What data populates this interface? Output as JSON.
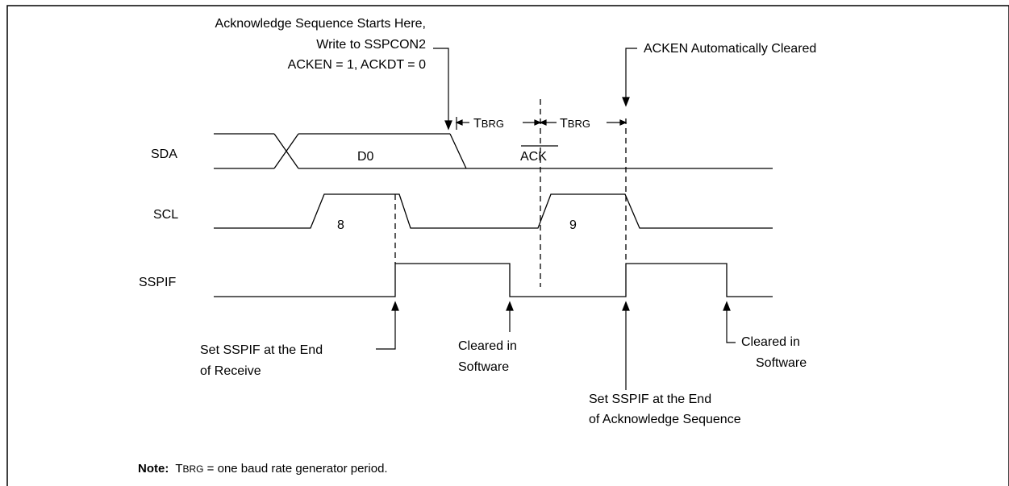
{
  "signals": {
    "sda": "SDA",
    "scl": "SCL",
    "sspif": "SSPIF"
  },
  "annotations": {
    "ack_start_line1": "Acknowledge Sequence Starts Here,",
    "ack_start_line2": "Write to SSPCON2",
    "ack_start_line3": "ACKEN = 1, ACKDT = 0",
    "acken_cleared": "ACKEN Automatically Cleared",
    "set_sspif_receive_line1": "Set SSPIF at the End",
    "set_sspif_receive_line2": "of Receive",
    "cleared_sw1_line1": "Cleared in",
    "cleared_sw1_line2": "Software",
    "cleared_sw2_line1": "Cleared in",
    "cleared_sw2_line2": "Software",
    "set_sspif_ack_line1": "Set SSPIF at the End",
    "set_sspif_ack_line2": "of Acknowledge Sequence"
  },
  "labels": {
    "d0": "D0",
    "ack": "ACK",
    "bit8": "8",
    "bit9": "9",
    "tbrg_prefix": "T",
    "tbrg_sub": "BRG"
  },
  "note": {
    "prefix": "Note:",
    "t": "T",
    "brg": "BRG",
    "text": " = one baud rate generator period."
  }
}
